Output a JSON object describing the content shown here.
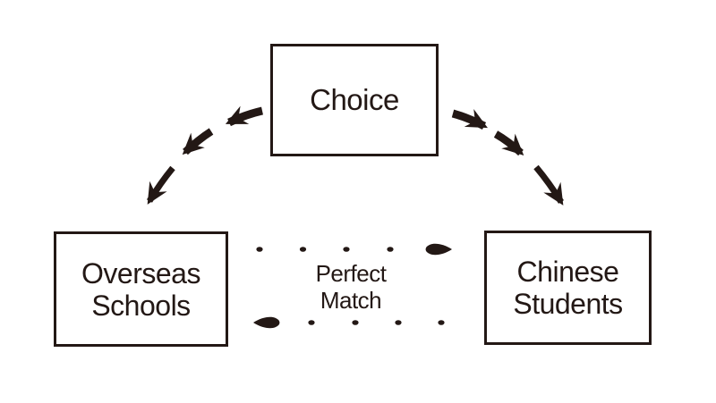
{
  "colors": {
    "ink": "#231815",
    "background": "#ffffff"
  },
  "nodes": {
    "choice": {
      "label": "Choice"
    },
    "overseas_schools": {
      "line1": "Overseas",
      "line2": "Schools"
    },
    "chinese_students": {
      "line1": "Chinese",
      "line2": "Students"
    }
  },
  "center_label": {
    "line1": "Perfect",
    "line2": "Match"
  },
  "icons": {
    "curved_arrow_left": "dashed-curved-arrow-down-left",
    "curved_arrow_right": "dashed-curved-arrow-down-right",
    "dotted_arrow_right": "dotted-line-arrow-right",
    "dotted_arrow_left": "dotted-line-arrow-left"
  }
}
